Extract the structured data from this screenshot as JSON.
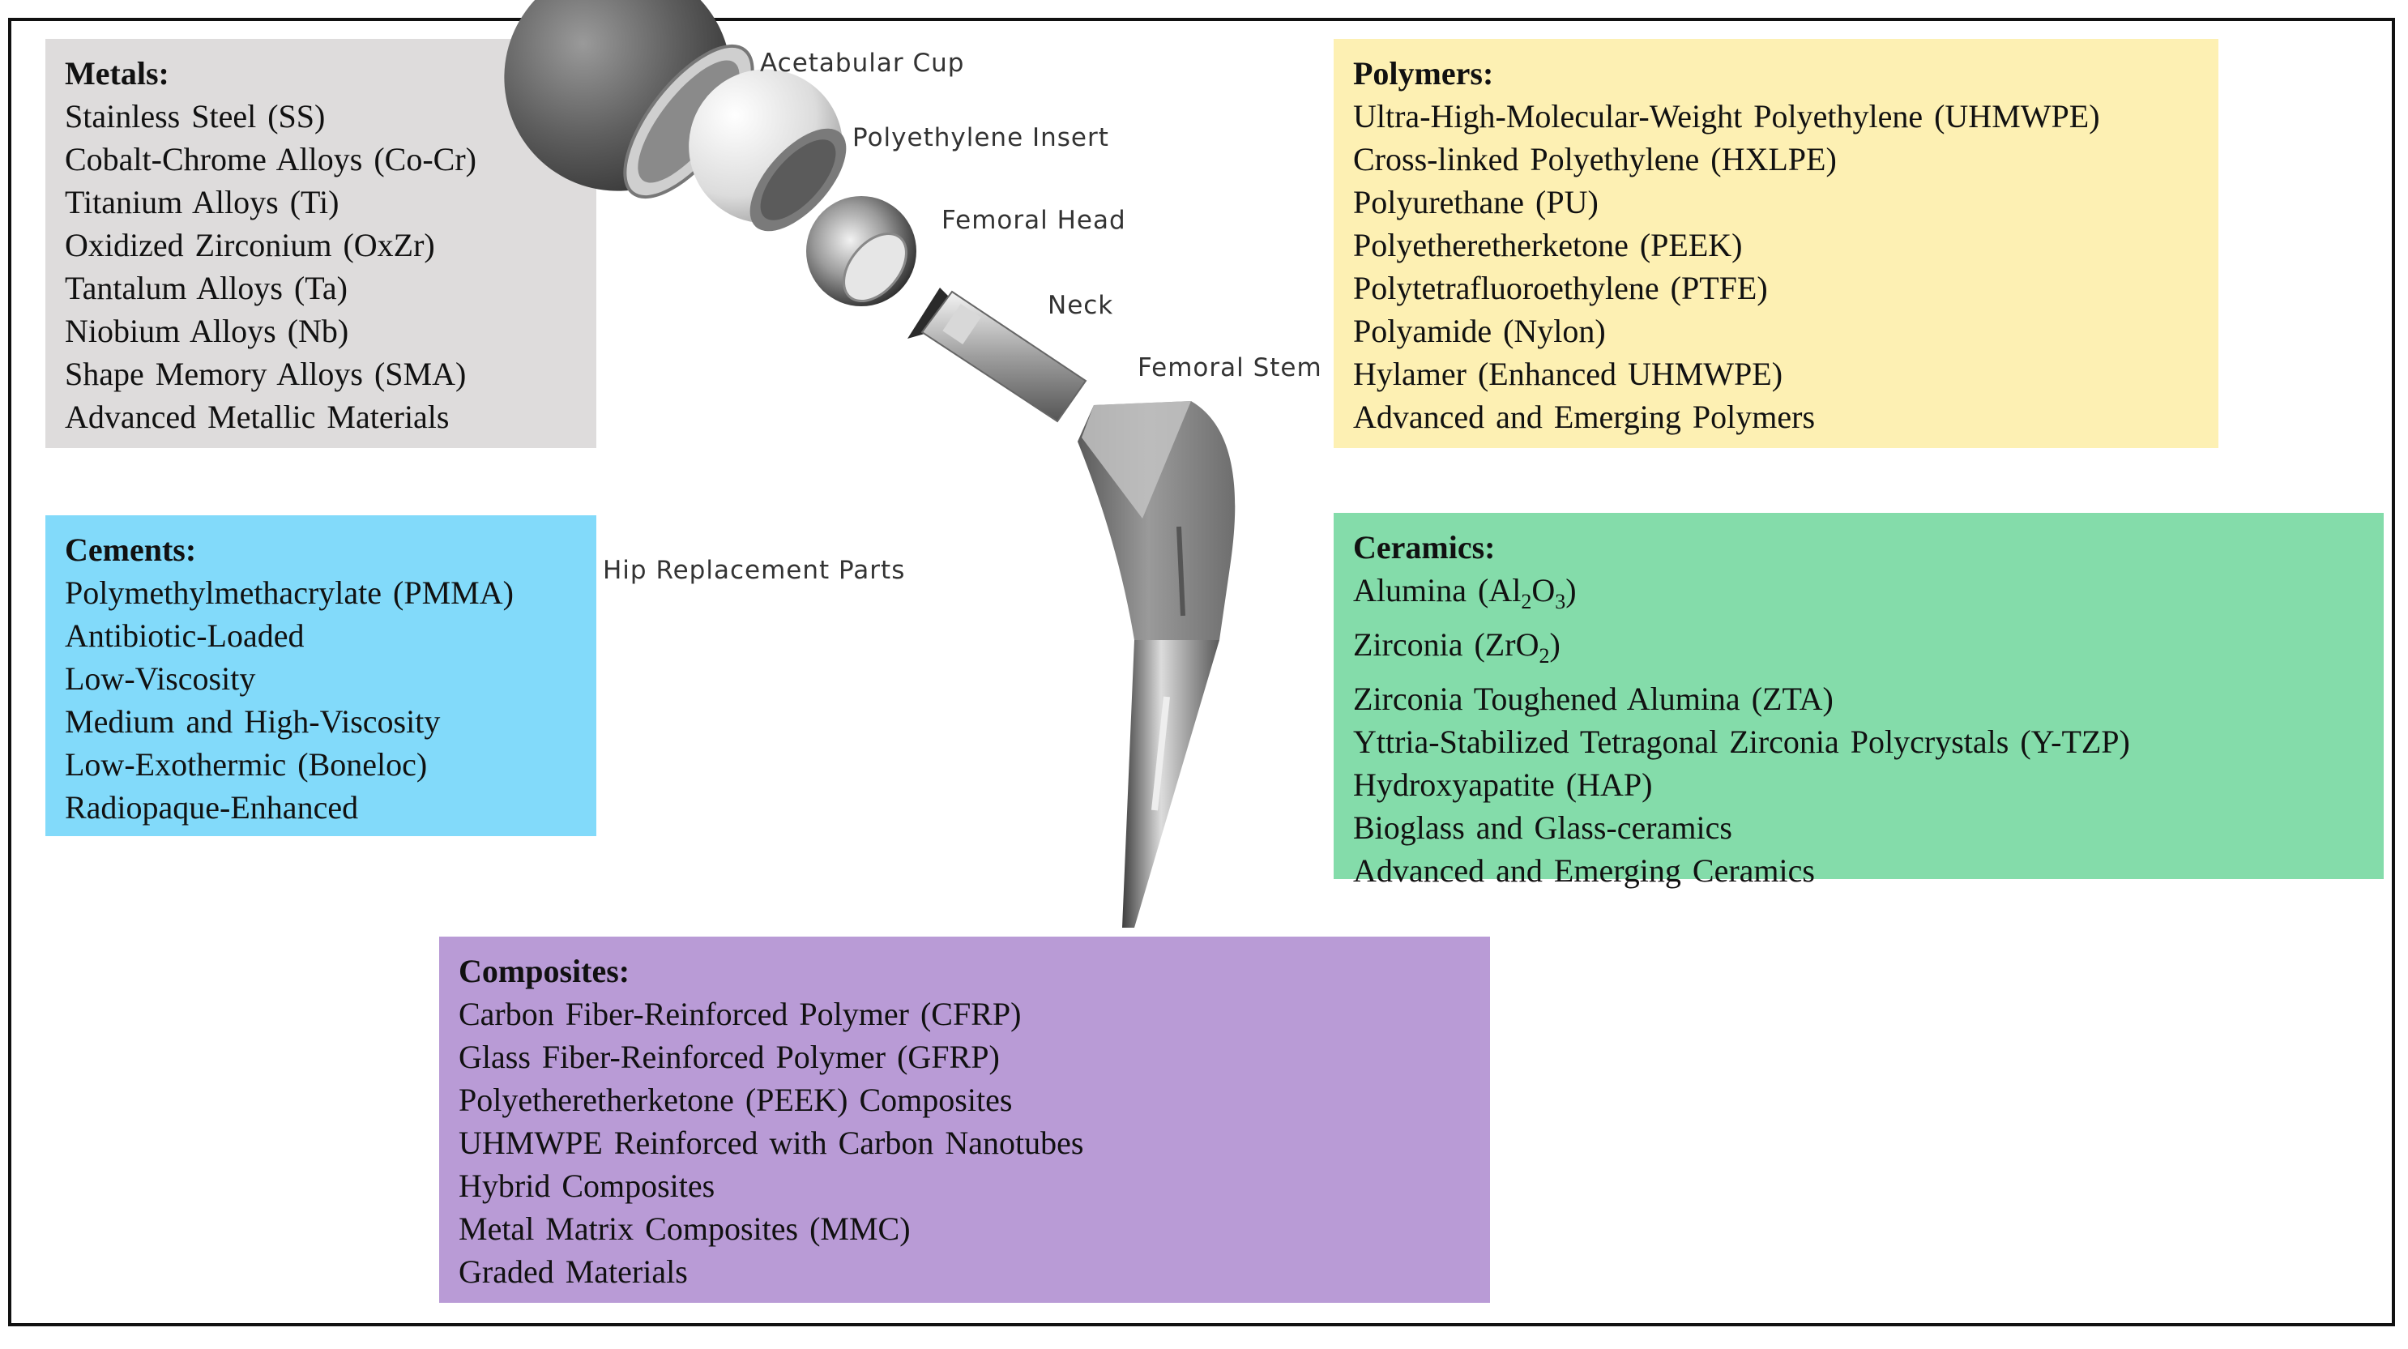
{
  "colors": {
    "metals_bg": "#dedcdc",
    "polymers_bg": "#fdf0b3",
    "cements_bg": "#82dafa",
    "ceramics_bg": "#84dcaa",
    "composites_bg": "#b99bd6",
    "frame_border": "#111111"
  },
  "metals": {
    "title": "Metals:",
    "items": [
      "Stainless Steel (SS)",
      "Cobalt-Chrome Alloys (Co-Cr)",
      "Titanium Alloys (Ti)",
      "Oxidized Zirconium (OxZr)",
      "Tantalum Alloys (Ta)",
      "Niobium Alloys (Nb)",
      "Shape Memory Alloys (SMA)",
      "Advanced Metallic Materials"
    ]
  },
  "polymers": {
    "title": "Polymers:",
    "items": [
      "Ultra-High-Molecular-Weight Polyethylene (UHMWPE)",
      "Cross-linked Polyethylene (HXLPE)",
      "Polyurethane (PU)",
      "Polyetheretherketone (PEEK)",
      "Polytetrafluoroethylene (PTFE)",
      "Polyamide (Nylon)",
      "Hylamer (Enhanced UHMWPE)",
      "Advanced and Emerging Polymers"
    ]
  },
  "cements": {
    "title": "Cements:",
    "items": [
      "Polymethylmethacrylate (PMMA)",
      "Antibiotic-Loaded",
      "Low-Viscosity",
      "Medium and High-Viscosity",
      "Low-Exothermic (Boneloc)",
      "Radiopaque-Enhanced"
    ]
  },
  "ceramics": {
    "title": "Ceramics:",
    "items": [
      "Alumina (Al",
      "2",
      "O",
      "3",
      ")",
      "Zirconia (ZrO",
      "2",
      ")",
      "Zirconia Toughened Alumina (ZTA)",
      "Yttria-Stabilized Tetragonal Zirconia Polycrystals (Y-TZP)",
      "Hydroxyapatite (HAP)",
      "Bioglass and Glass-ceramics",
      "Advanced and Emerging Ceramics"
    ]
  },
  "composites": {
    "title": "Composites:",
    "items": [
      "Carbon Fiber-Reinforced Polymer (CFRP)",
      "Glass Fiber-Reinforced Polymer (GFRP)",
      "Polyetheretherketone (PEEK) Composites",
      "UHMWPE Reinforced with Carbon Nanotubes",
      "Hybrid Composites",
      "Metal Matrix Composites (MMC)",
      "Graded Materials"
    ]
  },
  "parts": {
    "acetabular_cup": "Acetabular Cup",
    "polyethylene_insert": "Polyethylene Insert",
    "femoral_head": "Femoral Head",
    "neck": "Neck",
    "femoral_stem": "Femoral Stem",
    "caption": "Hip Replacement Parts"
  }
}
